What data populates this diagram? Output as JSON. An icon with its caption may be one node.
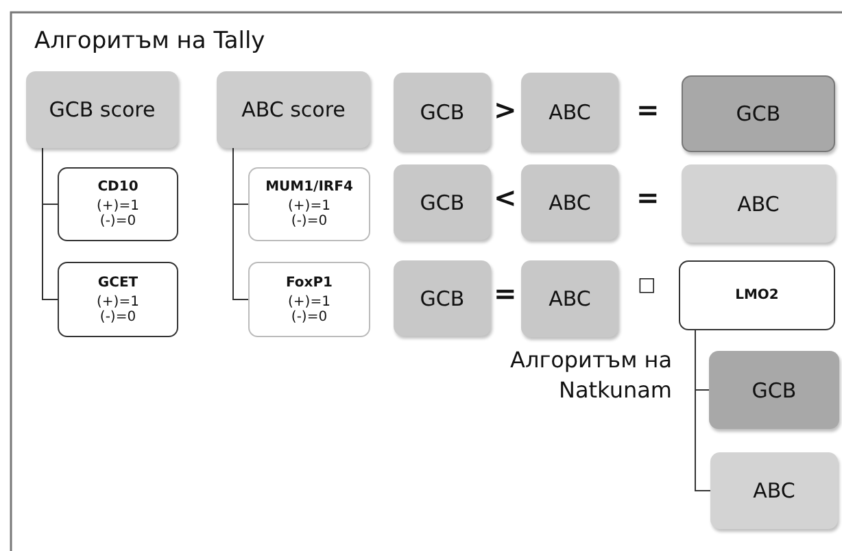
{
  "diagram": {
    "title": "Алгоритъм на Tally",
    "nodes": [
      {
        "text": [
          "GCB score"
        ]
      },
      {
        "text": [
          "CD10",
          "(+)=1 (-)=0"
        ]
      },
      {
        "text": [
          "GCET",
          "(+)=1 (-)=0"
        ]
      },
      {
        "text": [
          "ABC score"
        ]
      },
      {
        "text": [
          "MUM1/IRF4",
          "(+)=1 (-)=0"
        ]
      },
      {
        "text": [
          "FoxP1",
          "(+)=1 (-)=0"
        ]
      },
      {
        "text": [
          "GCB"
        ]
      },
      {
        "text": [
          "ABC"
        ]
      },
      {
        "text": [
          "GCB"
        ]
      },
      {
        "text": [
          "GCB"
        ]
      },
      {
        "text": [
          "ABC"
        ]
      },
      {
        "text": [
          "ABC"
        ]
      },
      {
        "text": [
          "GCB"
        ]
      },
      {
        "text": [
          "ABC"
        ]
      },
      {
        "text": [
          "LMO2"
        ]
      },
      {
        "text": [
          "GCB"
        ]
      },
      {
        "text": [
          "ABC"
        ]
      }
    ],
    "edges": [
      {
        "from": 0,
        "to": 1,
        "arrow": "none"
      },
      {
        "from": 0,
        "to": 2,
        "arrow": "none"
      },
      {
        "from": 3,
        "to": 4,
        "arrow": "none"
      },
      {
        "from": 3,
        "to": 5,
        "arrow": "none"
      },
      {
        "from": 14,
        "to": 15,
        "arrow": "none"
      },
      {
        "from": 14,
        "to": 16,
        "arrow": "none"
      }
    ],
    "labels": [
      ">",
      "=",
      "<",
      "=",
      "=",
      "□",
      "Алгоритъм на Natkunam"
    ]
  }
}
